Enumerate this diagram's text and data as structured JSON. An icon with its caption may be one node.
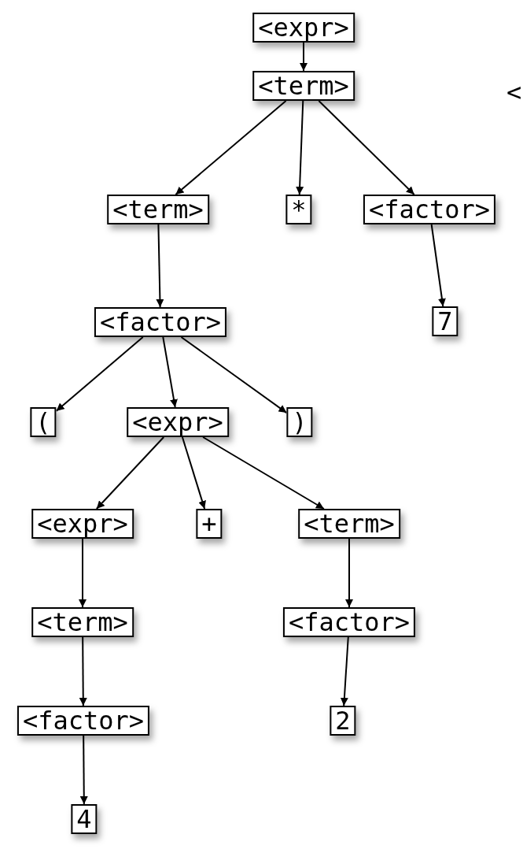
{
  "diagram": {
    "nodes": [
      {
        "text": [
          "<expr>"
        ]
      },
      {
        "text": [
          "<term>"
        ]
      },
      {
        "text": [
          "<term>"
        ]
      },
      {
        "text": [
          "*"
        ]
      },
      {
        "text": [
          "<factor>"
        ]
      },
      {
        "text": [
          "7"
        ]
      },
      {
        "text": [
          "<factor>"
        ]
      },
      {
        "text": [
          "("
        ]
      },
      {
        "text": [
          "<expr>"
        ]
      },
      {
        "text": [
          ")"
        ]
      },
      {
        "text": [
          "<expr>"
        ]
      },
      {
        "text": [
          "+"
        ]
      },
      {
        "text": [
          "<term>"
        ]
      },
      {
        "text": [
          "<term>"
        ]
      },
      {
        "text": [
          "<factor>"
        ]
      },
      {
        "text": [
          "<factor>"
        ]
      },
      {
        "text": [
          "2"
        ]
      },
      {
        "text": [
          "4"
        ]
      }
    ],
    "edges": [
      {
        "from": 0,
        "to": 1,
        "arrow": "to"
      },
      {
        "from": 1,
        "to": 2,
        "arrow": "to"
      },
      {
        "from": 1,
        "to": 3,
        "arrow": "to"
      },
      {
        "from": 1,
        "to": 4,
        "arrow": "to"
      },
      {
        "from": 2,
        "to": 6,
        "arrow": "to"
      },
      {
        "from": 4,
        "to": 5,
        "arrow": "to"
      },
      {
        "from": 6,
        "to": 7,
        "arrow": "to"
      },
      {
        "from": 6,
        "to": 8,
        "arrow": "to"
      },
      {
        "from": 6,
        "to": 9,
        "arrow": "to"
      },
      {
        "from": 8,
        "to": 10,
        "arrow": "to"
      },
      {
        "from": 8,
        "to": 11,
        "arrow": "to"
      },
      {
        "from": 8,
        "to": 12,
        "arrow": "to"
      },
      {
        "from": 10,
        "to": 13,
        "arrow": "to"
      },
      {
        "from": 12,
        "to": 14,
        "arrow": "to"
      },
      {
        "from": 13,
        "to": 15,
        "arrow": "to"
      },
      {
        "from": 14,
        "to": 16,
        "arrow": "to"
      },
      {
        "from": 15,
        "to": 17,
        "arrow": "to"
      }
    ],
    "labels": [
      "<"
    ]
  }
}
